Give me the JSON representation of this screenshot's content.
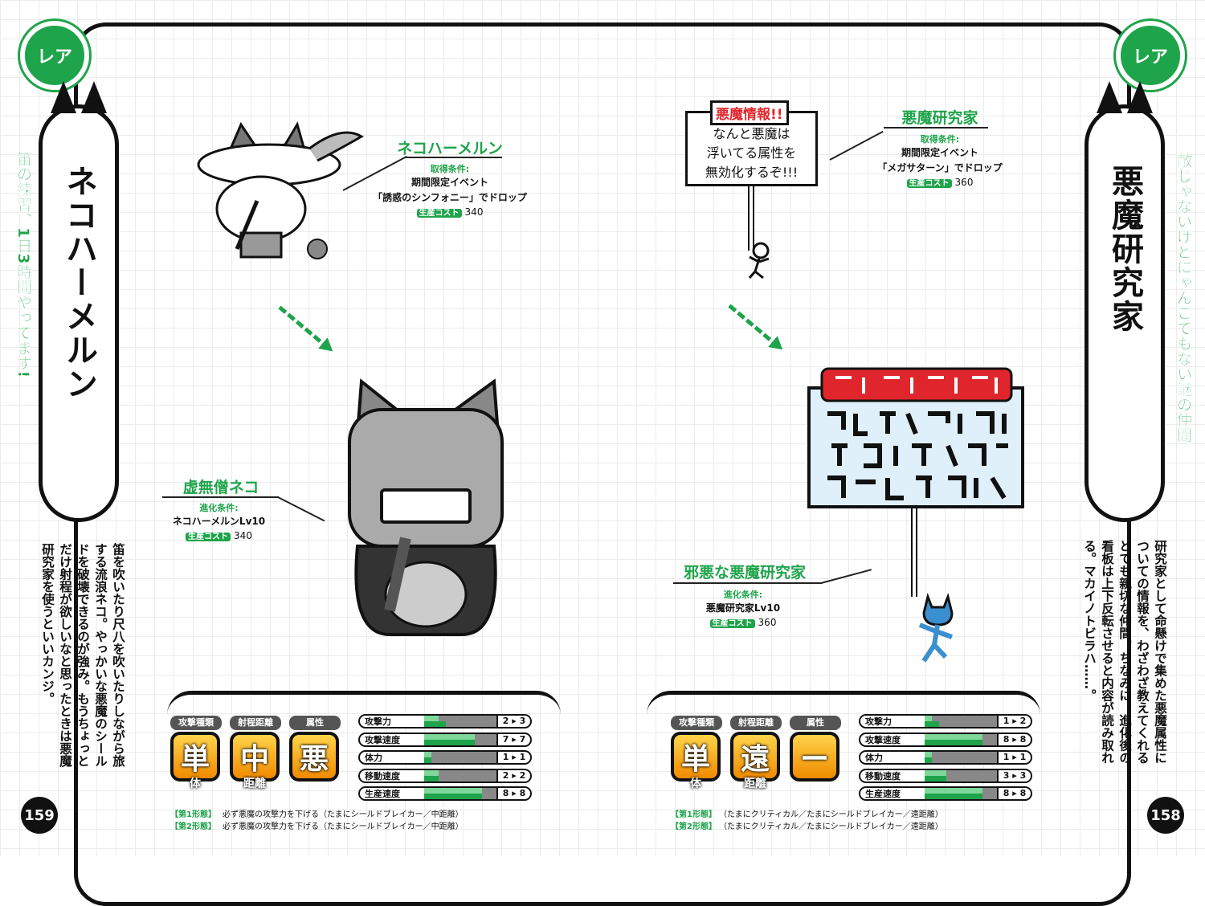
{
  "left_page": {
    "rarity": "レア",
    "title": "ネコハーメルン",
    "caption": "笛の練習、1日3時間やってます!",
    "description": "笛を吹いたり尺八を吹いたりしながら旅する流浪ネコ。やっかいな悪魔のシールドを破壊できるのが強み。もうちょっとだけ射程が欲しいなと思ったときは悪魔研究家を使うといいカンジ。",
    "page_number": "159",
    "unit1": {
      "name": "ネコハーメルン",
      "cond_label": "取得条件:",
      "cond_lines": [
        "期間限定イベント",
        "「誘惑のシンフォニー」でドロップ"
      ],
      "cost_label": "生産コスト",
      "cost": "340"
    },
    "unit2": {
      "name": "虚無僧ネコ",
      "cond_label": "進化条件:",
      "cond_lines": [
        "ネコハーメルンLv10"
      ],
      "cost_label": "生産コスト",
      "cost": "340"
    },
    "stats_panel": {
      "labels": [
        "攻撃種類",
        "射程距離",
        "属性"
      ],
      "boxes": [
        {
          "main": "単",
          "sub": "体"
        },
        {
          "main": "中",
          "sub": "距離"
        },
        {
          "main": "悪",
          "sub": ""
        }
      ],
      "stats": [
        {
          "label": "攻撃力",
          "text": "2 ▸ 3",
          "from": 2,
          "to": 3
        },
        {
          "label": "攻撃速度",
          "text": "7 ▸ 7",
          "from": 7,
          "to": 7
        },
        {
          "label": "体力",
          "text": "1 ▸ 1",
          "from": 1,
          "to": 1
        },
        {
          "label": "移動速度",
          "text": "2 ▸ 2",
          "from": 2,
          "to": 2
        },
        {
          "label": "生産速度",
          "text": "8 ▸ 8",
          "from": 8,
          "to": 8
        }
      ],
      "notes": [
        {
          "form": "【第1形態】",
          "text": "必ず悪魔の攻撃力を下げる（たまにシールドブレイカー／中距離）"
        },
        {
          "form": "【第2形態】",
          "text": "必ず悪魔の攻撃力を下げる（たまにシールドブレイカー／中距離）"
        }
      ]
    }
  },
  "right_page": {
    "rarity": "レア",
    "title": "悪魔研究家",
    "caption": "敵じゃないけどにゃんこでもない謎の仲間",
    "description": "研究家として命懸けで集めた悪魔属性についての情報を、わざわざ教えてくれるとても親切な仲間。ちなみに、進化後の看板は上下反転させると内容が読み取れる。マカイノトビラハ……。",
    "page_number": "158",
    "sign": {
      "header": "悪魔情報!!",
      "lines": [
        "なんと悪魔は",
        "浮いてる属性を",
        "無効化するぞ!!!"
      ]
    },
    "unit1": {
      "name": "悪魔研究家",
      "cond_label": "取得条件:",
      "cond_lines": [
        "期間限定イベント",
        "「メガサターン」でドロップ"
      ],
      "cost_label": "生産コスト",
      "cost": "360"
    },
    "unit2": {
      "name": "邪悪な悪魔研究家",
      "cond_label": "進化条件:",
      "cond_lines": [
        "悪魔研究家Lv10"
      ],
      "cost_label": "生産コスト",
      "cost": "360"
    },
    "stats_panel": {
      "labels": [
        "攻撃種類",
        "射程距離",
        "属性"
      ],
      "boxes": [
        {
          "main": "単",
          "sub": "体"
        },
        {
          "main": "遠",
          "sub": "距離"
        },
        {
          "main": "ー",
          "sub": ""
        }
      ],
      "stats": [
        {
          "label": "攻撃力",
          "text": "1 ▸ 2",
          "from": 1,
          "to": 2
        },
        {
          "label": "攻撃速度",
          "text": "8 ▸ 8",
          "from": 8,
          "to": 8
        },
        {
          "label": "体力",
          "text": "1 ▸ 1",
          "from": 1,
          "to": 1
        },
        {
          "label": "移動速度",
          "text": "3 ▸ 3",
          "from": 3,
          "to": 3
        },
        {
          "label": "生産速度",
          "text": "8 ▸ 8",
          "from": 8,
          "to": 8
        }
      ],
      "notes": [
        {
          "form": "【第1形態】",
          "text": "（たまにクリティカル／たまにシールドブレイカー／遠距離）"
        },
        {
          "form": "【第2形態】",
          "text": "（たまにクリティカル／たまにシールドブレイカー／遠距離）"
        }
      ]
    }
  },
  "colors": {
    "accent_green": "#1ea44a",
    "box_orange": "#f5a000",
    "sign_red": "#e0262c",
    "figure_blue": "#3a8fd0"
  },
  "stat_max": 10
}
